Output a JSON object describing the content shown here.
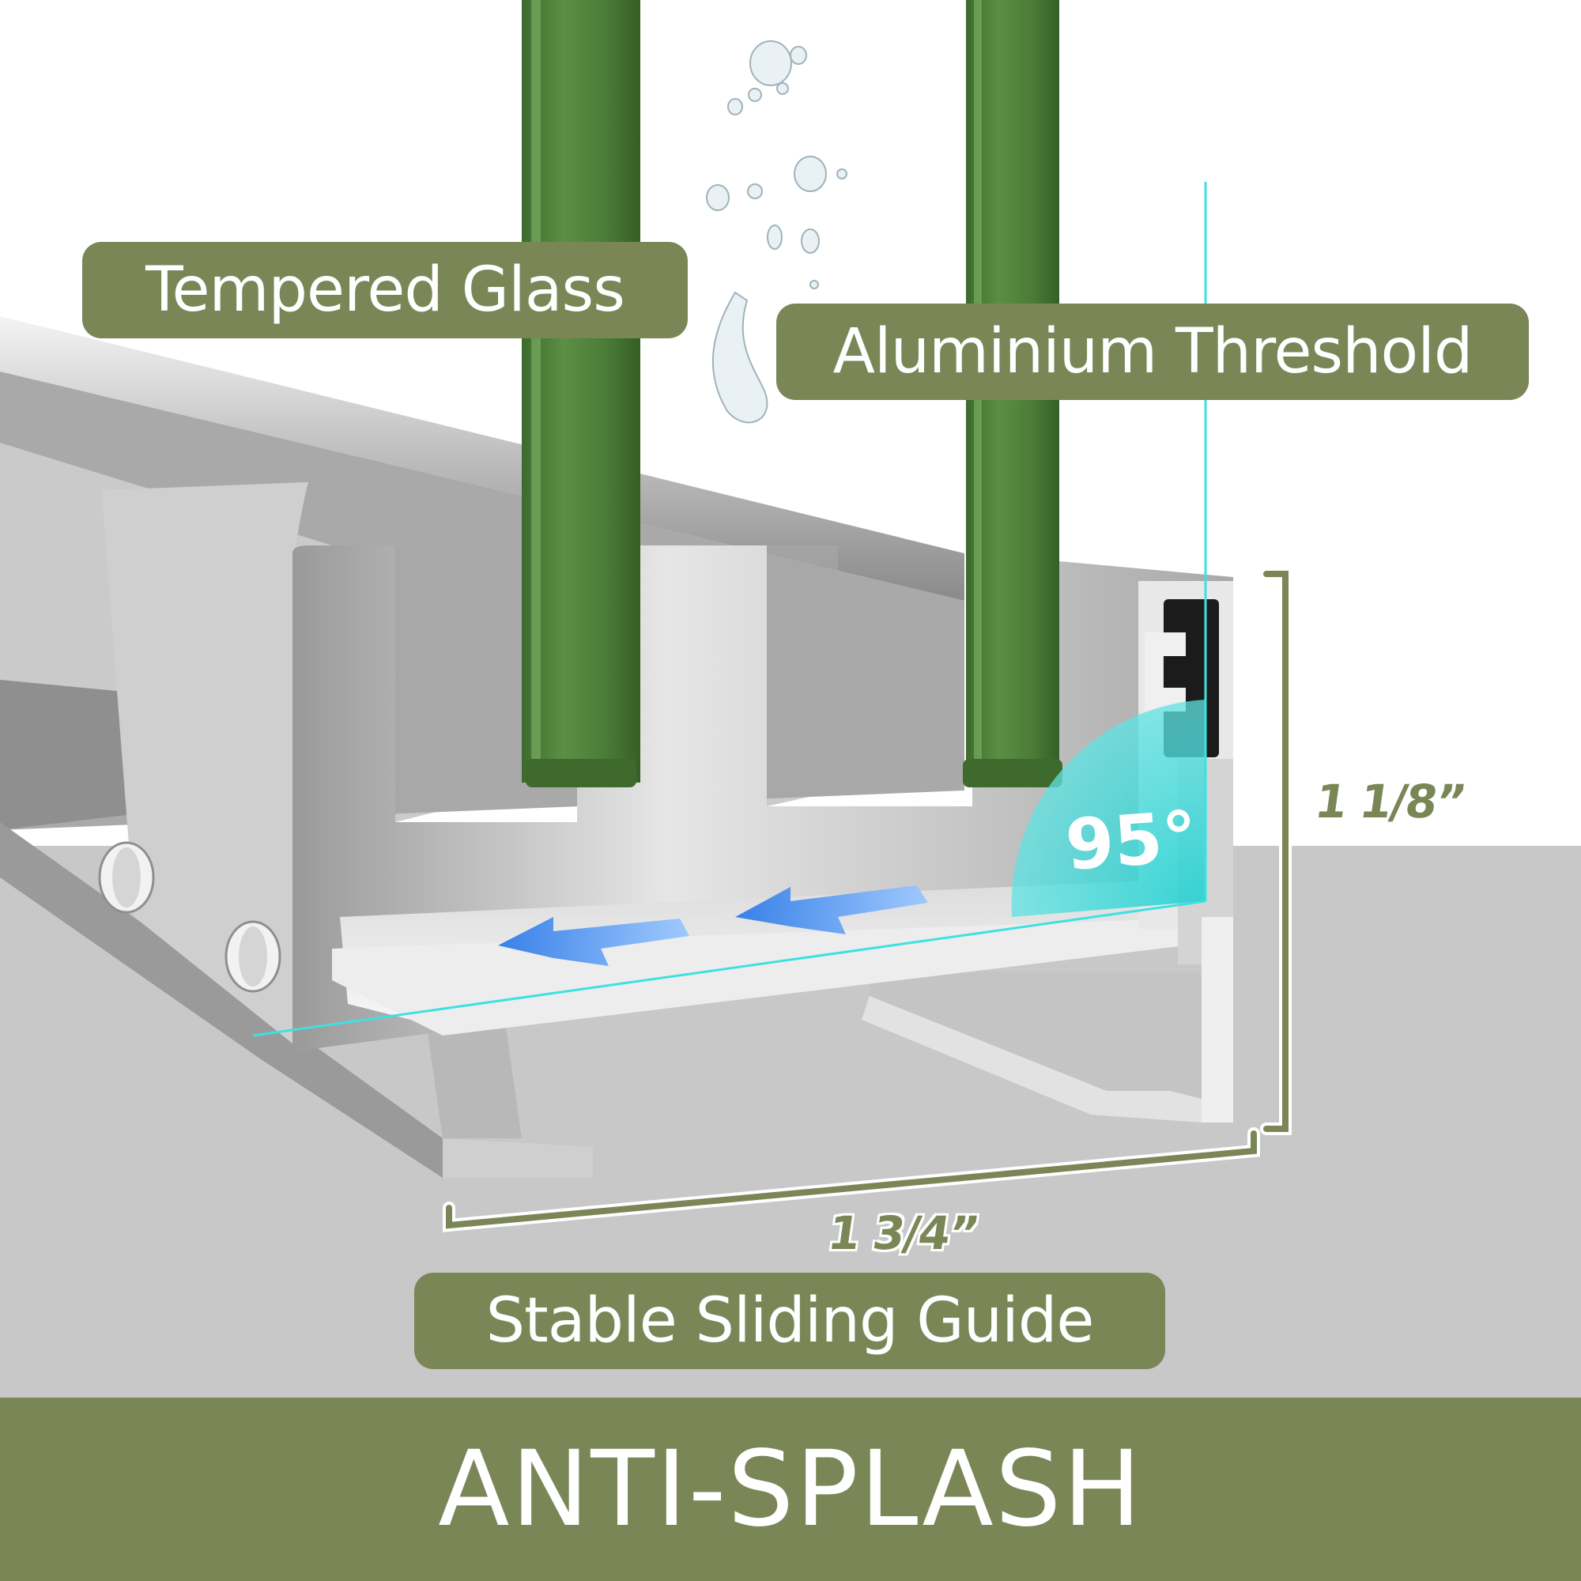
{
  "labels": {
    "tempered_glass": "Tempered  Glass",
    "aluminium_threshold": "Aluminium Threshold",
    "stable_sliding_guide": "Stable Sliding Guide"
  },
  "dimensions": {
    "height": "1 1/8”",
    "width": "1 3/4”"
  },
  "angle": "95°",
  "footer": {
    "title": "ANTI-SPLASH"
  },
  "colors": {
    "brand_green": "#7b8657",
    "glass_edge_green": "#4f7d3c",
    "angle_cyan": "#2fd6d6",
    "arrow_blue": "#3f8df0",
    "floor_grey": "#c8c8c8"
  },
  "icons": [
    "water-drops-icon",
    "left-arrow-icon",
    "left-arrow-icon"
  ]
}
